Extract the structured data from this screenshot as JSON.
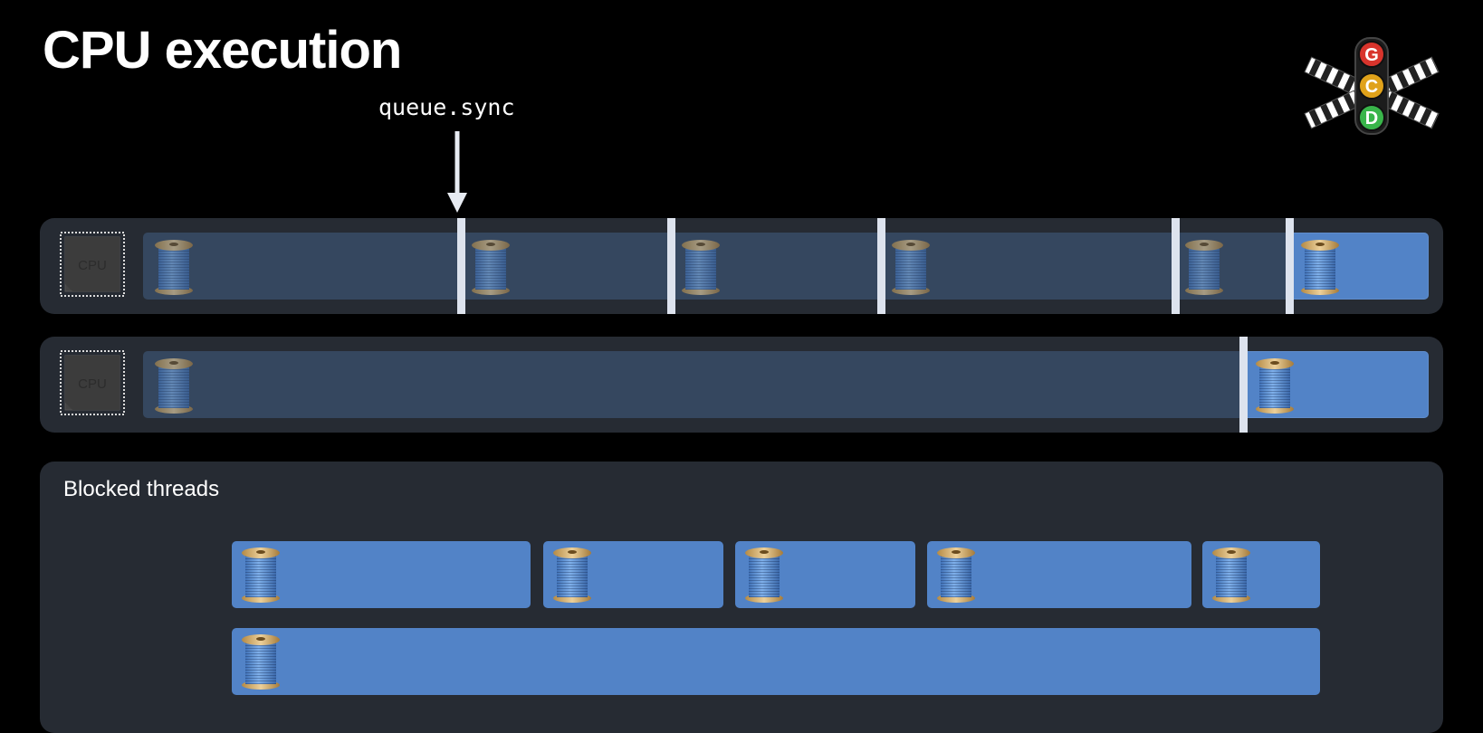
{
  "title": "CPU execution",
  "annotation": {
    "label": "queue.sync"
  },
  "logo": {
    "letters": [
      "G",
      "C",
      "D"
    ],
    "colors": [
      "#d8342c",
      "#e0a21a",
      "#39b54a"
    ]
  },
  "cpu_label": "CPU",
  "lanes": [
    {
      "name": "cpu-core-1"
    },
    {
      "name": "cpu-core-2"
    }
  ],
  "blocked": {
    "label": "Blocked threads"
  },
  "colors": {
    "active": "#5283c7",
    "inactive": "#35475f",
    "panel": "#262b33",
    "divider": "#dde3ee"
  }
}
